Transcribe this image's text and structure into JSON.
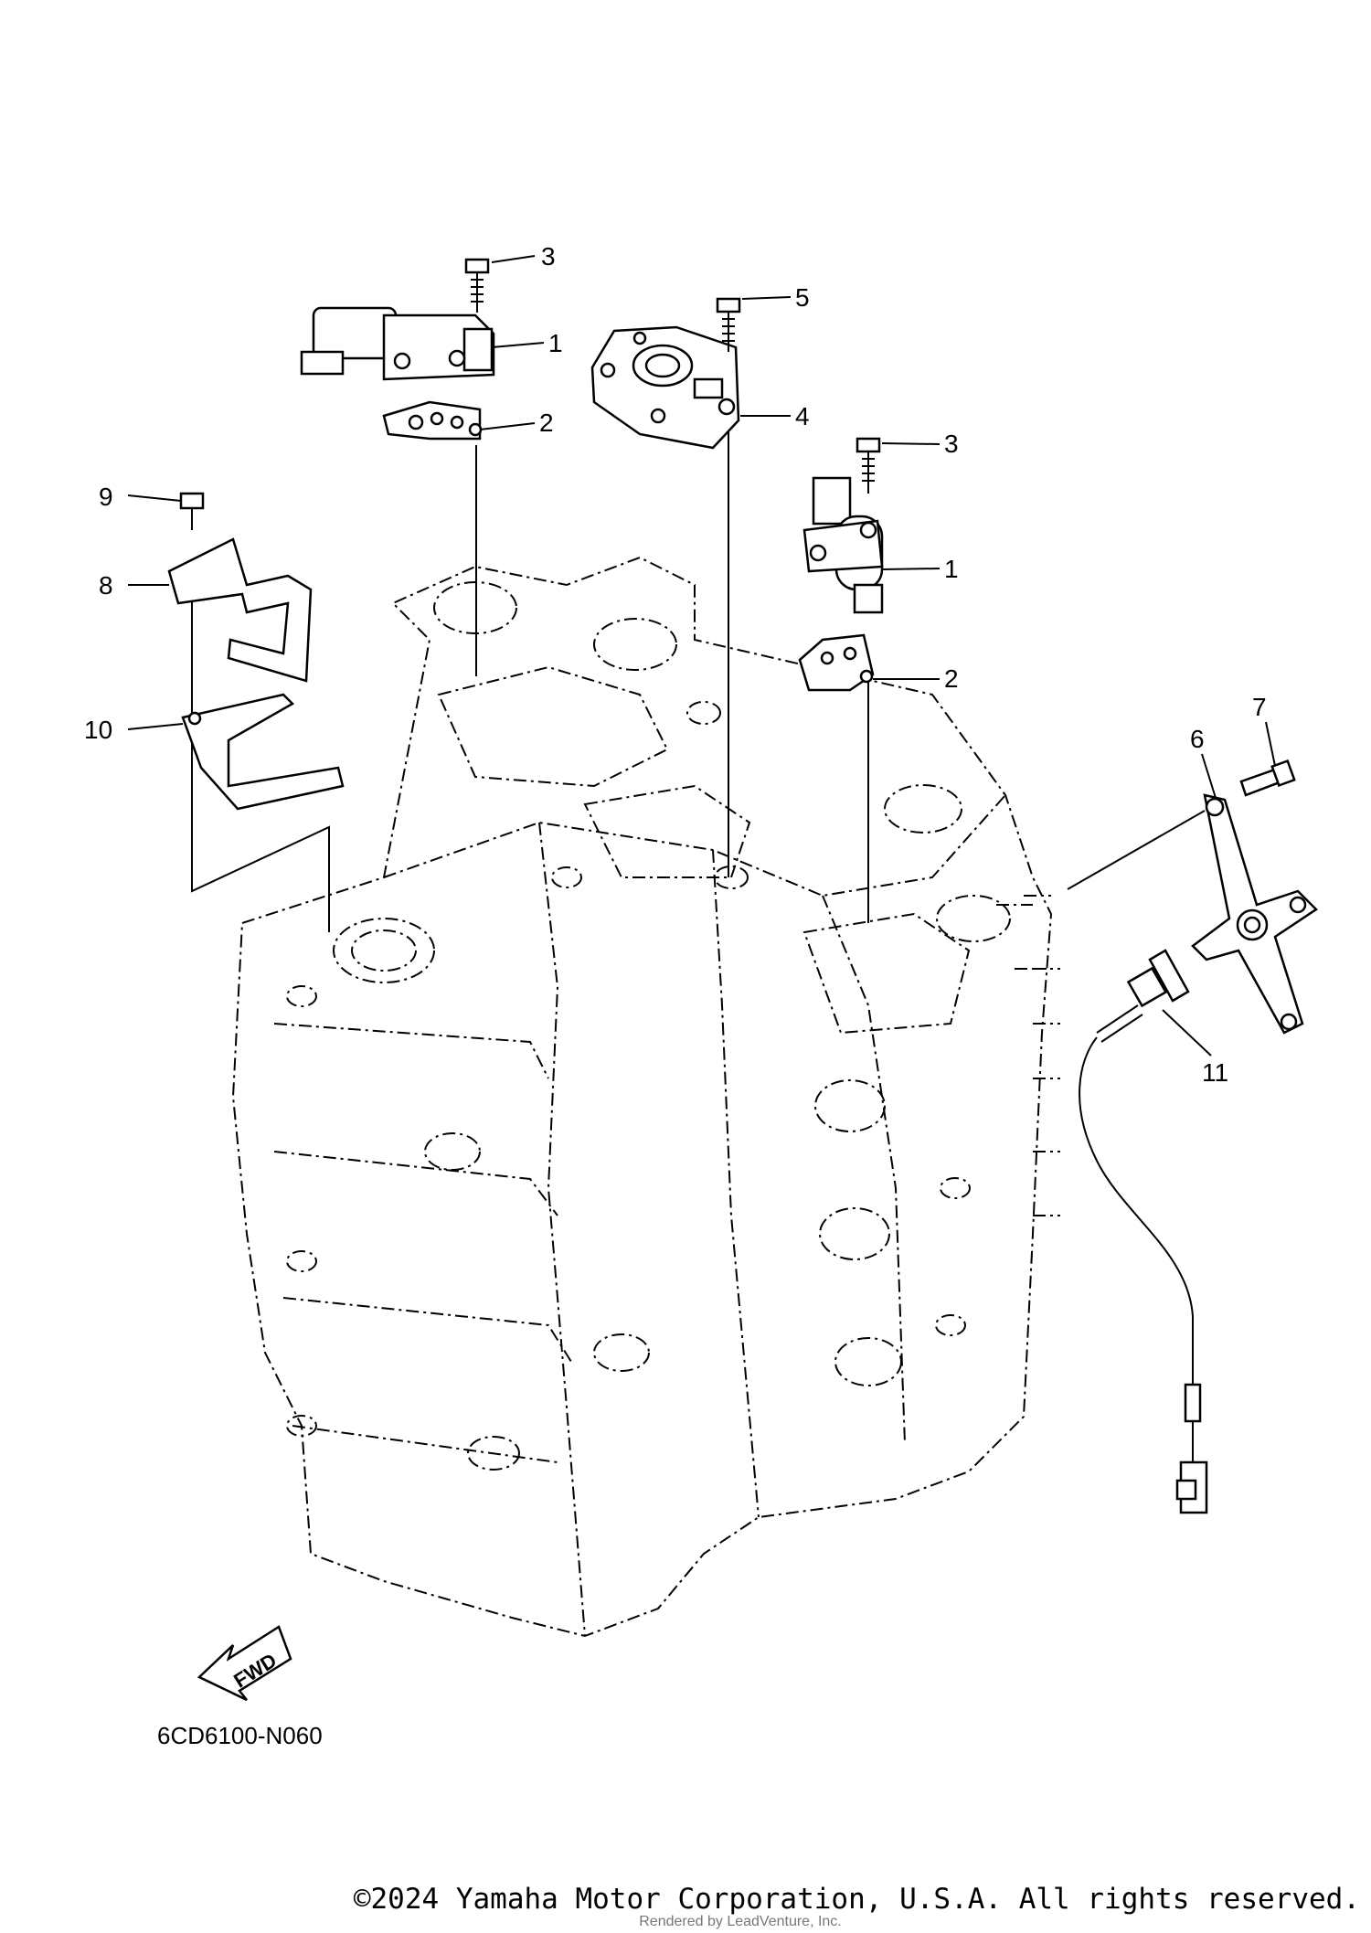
{
  "diagram": {
    "code": "6CD6100-N060",
    "fwd_label": "FWD",
    "callouts": [
      {
        "id": "c3a",
        "label": "3"
      },
      {
        "id": "c1a",
        "label": "1"
      },
      {
        "id": "c2a",
        "label": "2"
      },
      {
        "id": "c5",
        "label": "5"
      },
      {
        "id": "c4",
        "label": "4"
      },
      {
        "id": "c3b",
        "label": "3"
      },
      {
        "id": "c1b",
        "label": "1"
      },
      {
        "id": "c2b",
        "label": "2"
      },
      {
        "id": "c9",
        "label": "9"
      },
      {
        "id": "c8",
        "label": "8"
      },
      {
        "id": "c10",
        "label": "10"
      },
      {
        "id": "c7",
        "label": "7"
      },
      {
        "id": "c6",
        "label": "6"
      },
      {
        "id": "c11",
        "label": "11"
      }
    ]
  },
  "footer": {
    "copyright": "©2024 Yamaha Motor Corporation, U.S.A. All rights reserved.",
    "rendered_by": "Rendered by LeadVenture, Inc."
  }
}
